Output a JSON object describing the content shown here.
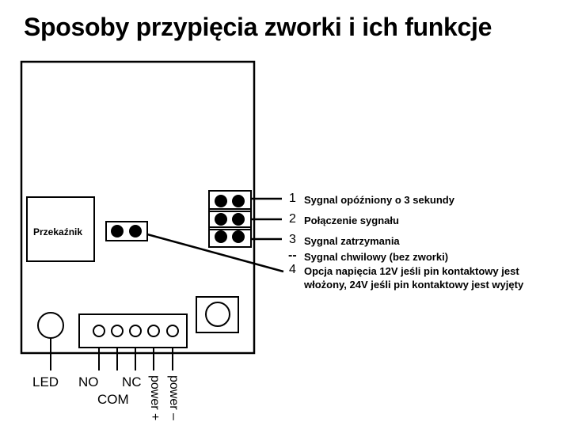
{
  "title": "Sposoby przypięcia zworki i ich funkcje",
  "relay_label": "Przekaźnik",
  "options": [
    {
      "number": "1",
      "text": "Sygnal opóźniony o 3 sekundy"
    },
    {
      "number": "2",
      "text": "Połączenie sygnału"
    },
    {
      "number": "3",
      "text": "Sygnal zatrzymania"
    },
    {
      "number": "--",
      "text": "Sygnal chwilowy (bez zworki)"
    },
    {
      "number": "4",
      "text_line1": "Opcja napięcia 12V jeśli pin kontaktowy jest",
      "text_line2": "włożony, 24V jeśli pin kontaktowy jest wyjęty"
    }
  ],
  "terminals": {
    "led": "LED",
    "no": "NO",
    "com": "COM",
    "nc": "NC",
    "power_plus": "power +",
    "power_minus": "power –"
  }
}
